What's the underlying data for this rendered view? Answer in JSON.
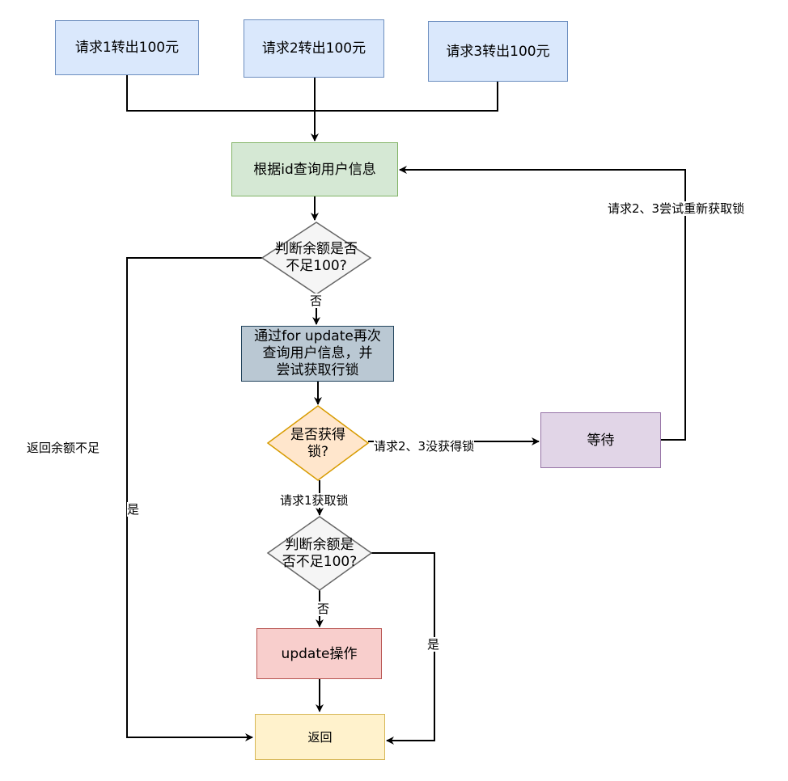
{
  "nodes": {
    "req1": "请求1转出100元",
    "req2": "请求2转出100元",
    "req3": "请求3转出100元",
    "query_user": "根据id查询用户信息",
    "check_balance_1": [
      "判断余额是否",
      "不足100?"
    ],
    "for_update": [
      "通过for update再次",
      "查询用户信息，并",
      "尝试获取行锁"
    ],
    "got_lock": [
      "是否获得",
      "锁?"
    ],
    "wait": "等待",
    "check_balance_2": [
      "判断余额是",
      "否不足100?"
    ],
    "update": "update操作",
    "return": "返回"
  },
  "labels": {
    "retry": "请求2、3尝试重新获取锁",
    "no_lock": "请求2、3没获得锁",
    "req1_lock": "请求1获取锁",
    "no_1": "否",
    "no_2": "否",
    "yes_1": "是",
    "yes_2": "是",
    "insufficient": "返回余额不足"
  }
}
